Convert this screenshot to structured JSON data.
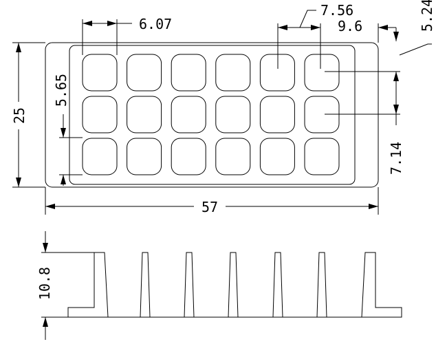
{
  "drawing": {
    "plan_view": {
      "cell_rows": 3,
      "cell_columns": 6,
      "dimensions": {
        "overall_length": "57",
        "overall_width": "25",
        "cell_width": "6.07",
        "cell_pitch": "7.56",
        "edge_to_cell": "9.6",
        "corner_offset": "5.24",
        "cell_height": "5.65",
        "row_pitch": "7.14"
      }
    },
    "side_view": {
      "dimensions": {
        "height": "10.8"
      }
    }
  }
}
